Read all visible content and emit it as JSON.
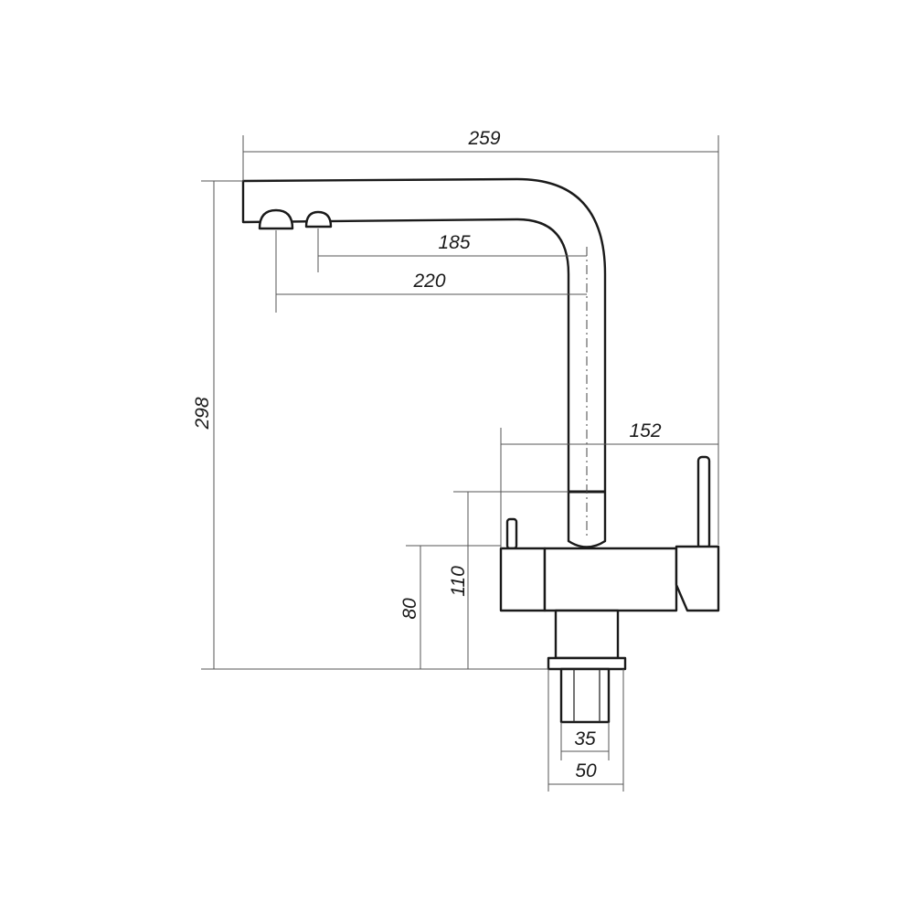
{
  "diagram": {
    "dimensions": {
      "total_width": "259",
      "total_height": "298",
      "spout_reach_small": "185",
      "spout_reach_large": "220",
      "handle_span": "152",
      "body_height_upper": "110",
      "body_height_lower": "80",
      "thread_inner": "35",
      "thread_outer": "50"
    }
  }
}
